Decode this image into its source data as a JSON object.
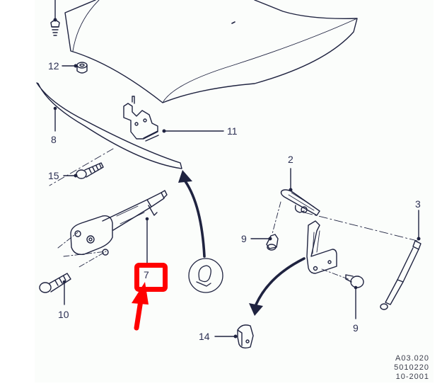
{
  "diagram": {
    "subject": "Hood / bonnet hinge, lock and gas strut exploded parts diagram",
    "callouts": [
      {
        "id": "c12",
        "label": "12"
      },
      {
        "id": "c8",
        "label": "8"
      },
      {
        "id": "c11",
        "label": "11"
      },
      {
        "id": "c15",
        "label": "15"
      },
      {
        "id": "c7",
        "label": "7"
      },
      {
        "id": "c10",
        "label": "10"
      },
      {
        "id": "c2",
        "label": "2"
      },
      {
        "id": "c3",
        "label": "3"
      },
      {
        "id": "c9a",
        "label": "9"
      },
      {
        "id": "c9b",
        "label": "9"
      },
      {
        "id": "c14",
        "label": "14"
      }
    ],
    "reference_code": {
      "line1": "A03.020",
      "line2": "5010220",
      "line3": "10-2001"
    },
    "highlight": {
      "target_label": "7",
      "color": "#ff0000"
    },
    "colors": {
      "line": "#1f2340",
      "label": "#2b2f52",
      "sheet": "#fbfdfb",
      "highlight": "#ff0000"
    }
  }
}
